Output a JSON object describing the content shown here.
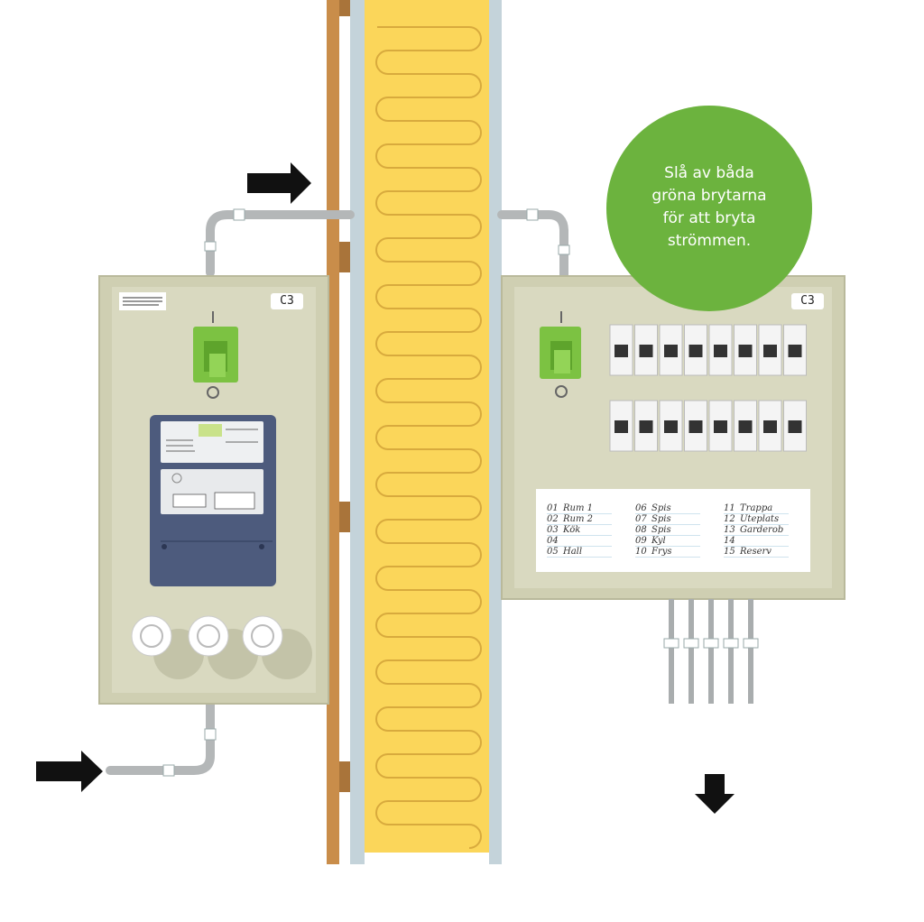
{
  "callout": {
    "lines": [
      "Slå av båda",
      "gröna brytarna",
      "för att bryta",
      "strömmen."
    ],
    "color": "#6cb33e"
  },
  "meter_cabinet": {
    "code": "C3"
  },
  "fuse_cabinet": {
    "code": "C3",
    "circuits": [
      {
        "no": "01",
        "name": "Rum 1"
      },
      {
        "no": "02",
        "name": "Rum 2"
      },
      {
        "no": "03",
        "name": "Kök"
      },
      {
        "no": "04",
        "name": ""
      },
      {
        "no": "05",
        "name": "Hall"
      },
      {
        "no": "06",
        "name": "Spis"
      },
      {
        "no": "07",
        "name": "Spis"
      },
      {
        "no": "08",
        "name": "Spis"
      },
      {
        "no": "09",
        "name": "Kyl"
      },
      {
        "no": "10",
        "name": "Frys"
      },
      {
        "no": "11",
        "name": "Trappa"
      },
      {
        "no": "12",
        "name": "Uteplats"
      },
      {
        "no": "13",
        "name": "Garderob"
      },
      {
        "no": "14",
        "name": ""
      },
      {
        "no": "15",
        "name": "Reserv"
      }
    ]
  },
  "colors": {
    "cabinet": "#d9d9c0",
    "cabinet_frame": "#cfcfb2",
    "wall_insulation": "#fbd65a",
    "stud": "#c98d4a",
    "switch_green": "#7cc242",
    "meter_blue": "#4d5b7d",
    "arrow": "#111111"
  }
}
